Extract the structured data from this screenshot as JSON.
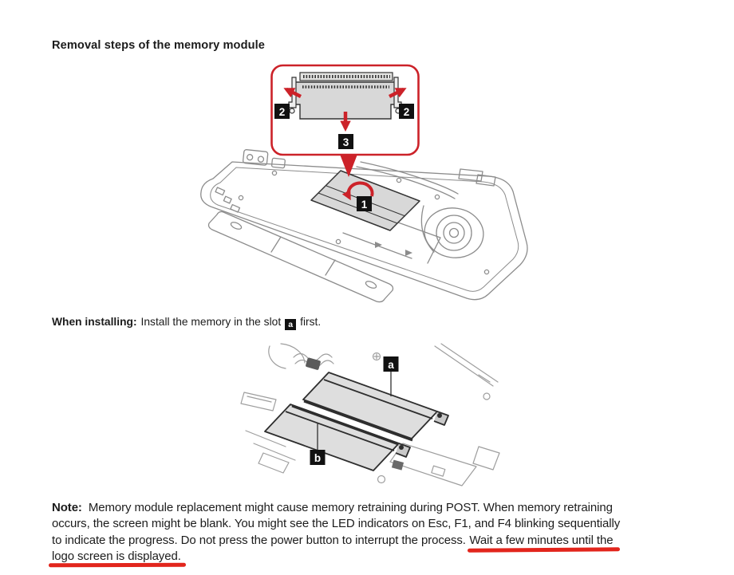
{
  "document": {
    "heading": "Removal steps of the memory module"
  },
  "figure1": {
    "labels": {
      "step1": "1",
      "step2_left": "2",
      "step2_right": "2",
      "step3": "3"
    }
  },
  "install_line": {
    "lead": "When installing:",
    "before_slot": "Install the memory in the slot",
    "slot_label": "a",
    "after_slot": "first."
  },
  "figure2": {
    "labels": {
      "slot_a": "a",
      "slot_b": "b"
    }
  },
  "note": {
    "label": "Note:",
    "line1": "Memory module replacement might cause memory retraining during POST. When memory retraining",
    "line2": "occurs, the screen might be blank. You might see the LED indicators on Esc, F1, and F4 blinking sequentially",
    "line3_plain": "to indicate the progress. Do not press the power button to interrupt the process.",
    "line3_underlined": "Wait a few minutes until the",
    "line4_underlined": "logo screen is displayed."
  },
  "colors": {
    "accent_red": "#cc2229",
    "underline_red": "#e2251c",
    "label_black": "#111111",
    "module_gray": "#d8d8d8",
    "line_dark": "#333333",
    "line_mid": "#8c8c8c",
    "line_faint": "#9e9e9e",
    "text_color": "#1c1c1c"
  }
}
